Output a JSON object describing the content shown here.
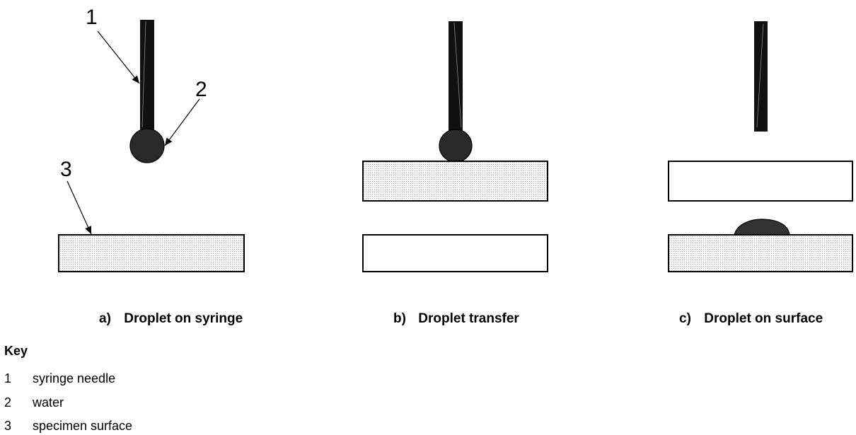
{
  "colors": {
    "ink": "#000000",
    "speckle": "#f2f2f2",
    "droplet": "#222222",
    "panel_bg": "#ffffff"
  },
  "callouts": [
    "1",
    "2",
    "3"
  ],
  "captions": [
    {
      "letter": "a)",
      "text": "Droplet on syringe"
    },
    {
      "letter": "b)",
      "text": "Droplet transfer"
    },
    {
      "letter": "c)",
      "text": "Droplet on surface"
    }
  ],
  "key": {
    "title": "Key",
    "items": [
      {
        "num": "1",
        "label": "syringe needle"
      },
      {
        "num": "2",
        "label": "water"
      },
      {
        "num": "3",
        "label": "specimen surface"
      }
    ]
  }
}
